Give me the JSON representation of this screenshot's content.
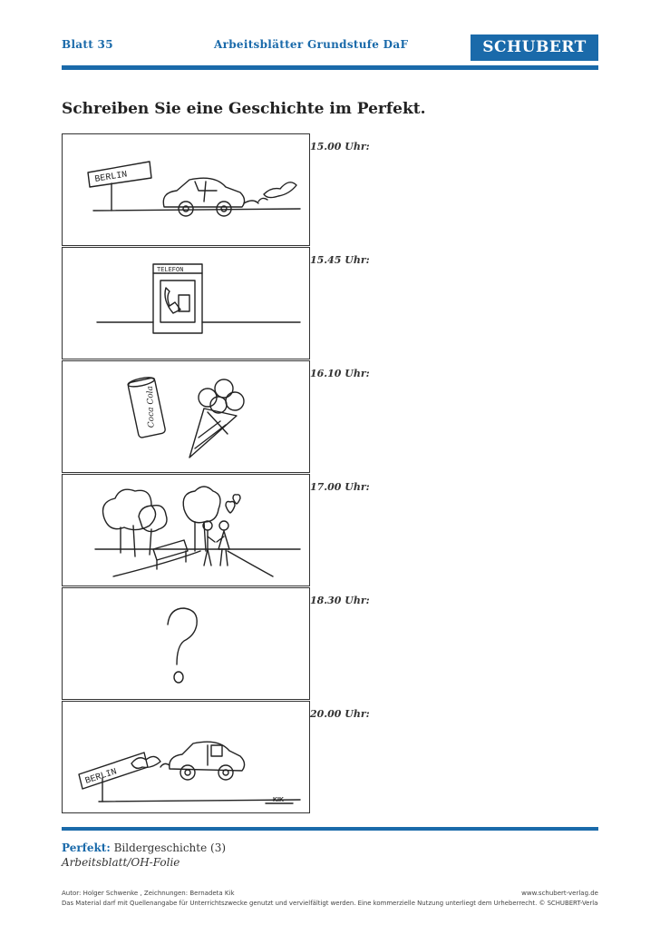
{
  "header": {
    "sheet": "Blatt 35",
    "series": "Arbeitsblätter Grundstufe DaF",
    "publisher_logo": "SCHUBERT"
  },
  "task": {
    "title": "Schreiben Sie eine Geschichte im Perfekt."
  },
  "panels": [
    {
      "time": "15.00 Uhr:",
      "sign": "BERLIN",
      "icon": "car-leaving-berlin"
    },
    {
      "time": "15.45 Uhr:",
      "sign": "TELEFON",
      "icon": "telephone-booth"
    },
    {
      "time": "16.10 Uhr:",
      "sign": "Coca Cola",
      "icon": "cola-and-ice-cream"
    },
    {
      "time": "17.00 Uhr:",
      "icon": "couple-in-park"
    },
    {
      "time": "18.30 Uhr:",
      "sign": "?",
      "icon": "question-mark"
    },
    {
      "time": "20.00 Uhr:",
      "sign": "BERLIN",
      "icon": "car-returning-berlin"
    }
  ],
  "artist_signature": "KIK",
  "footer": {
    "topic_label": "Perfekt:",
    "topic_text": "Bildergeschichte (3)",
    "subtitle": "Arbeitsblatt/OH-Folie",
    "credits": "Autor: Holger Schwenke   , Zeichnungen: Bernadeta Kik",
    "website": "www.schubert-verlag.de",
    "license": "Das Material darf mit Quellenangabe für Unterrichtszwecke genutzt und vervielfältigt werden. Eine kommerzielle Nutzung unterliegt dem Urheberrecht. © SCHUBERT-Verlag Leipzig"
  },
  "colors": {
    "accent": "#1a6aaa",
    "text": "#222222"
  }
}
